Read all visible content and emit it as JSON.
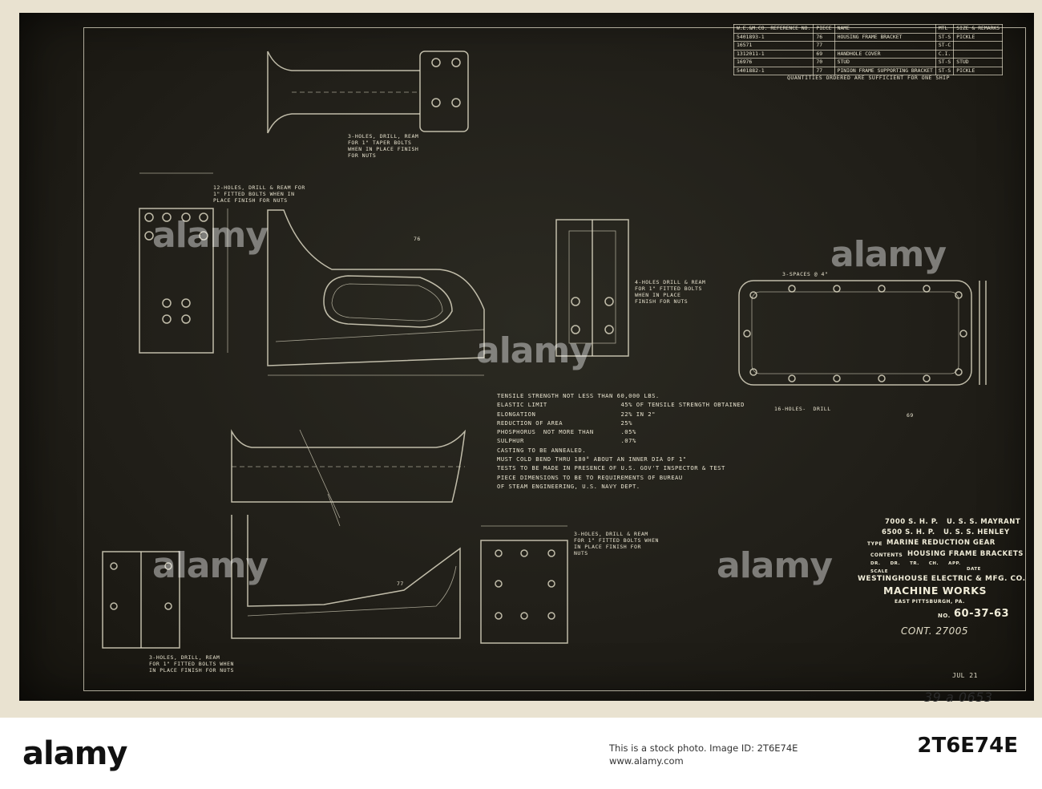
{
  "sheet": {
    "bom_rows": [
      {
        "ref": "W.E.&M.CO. REFERENCE NO.",
        "piece": "PIECE",
        "name": "NAME",
        "mtl": "MTL",
        "remarks": "SIZE & REMARKS"
      },
      {
        "ref": "5401893-1",
        "piece": "76",
        "name": "HOUSING FRAME BRACKET",
        "mtl": "ST-S",
        "remarks": "PICKLE"
      },
      {
        "ref": "16571",
        "piece": "77",
        "name": "",
        "mtl": "ST-C",
        "remarks": ""
      },
      {
        "ref": "1312011-1",
        "piece": "69",
        "name": "HANDHOLE COVER",
        "mtl": "C.I.",
        "remarks": ""
      },
      {
        "ref": "16976",
        "piece": "70",
        "name": "STUD",
        "mtl": "ST-S",
        "remarks": "STUD"
      },
      {
        "ref": "5401882-1",
        "piece": "77",
        "name": "PINION FRAME SUPPORTING BRACKET",
        "mtl": "ST-S",
        "remarks": "PICKLE"
      }
    ],
    "bom_note": "QUANTITIES ORDERED ARE SUFFICIENT FOR ONE SHIP",
    "notes": {
      "holes_top": "3-HOLES, DRILL, REAM\nFOR 1\" TAPER BOLTS\nWHEN IN PLACE FINISH\nFOR NUTS",
      "holes_left": "12-HOLES, DRILL & REAM FOR\n1\" FITTED BOLTS WHEN IN\nPLACE FINISH FOR NUTS",
      "holes_mid": "4-HOLES DRILL & REAM\nFOR 1\" FITTED BOLTS\nWHEN IN PLACE\nFINISH FOR NUTS",
      "holes_bottom_left": "3-HOLES, DRILL, REAM\nFOR 1\" FITTED BOLTS WHEN\nIN PLACE FINISH FOR NUTS",
      "holes_bottom_mid": "3-HOLES, DRILL & REAM\nFOR 1\" FITTED BOLTS WHEN\nIN PLACE FINISH FOR\nNUTS",
      "spaces": "3-SPACES @ 4\"",
      "drill": "16-HOLES-  DRILL",
      "spec": "TENSILE STRENGTH NOT LESS THAN 60,000 LBS.\nELASTIC LIMIT                   45% OF TENSILE STRENGTH OBTAINED\nELONGATION                      22% IN 2\"\nREDUCTION OF AREA               25%\nPHOSPHORUS  NOT MORE THAN       .05%\nSULPHUR                         .07%\nCASTING TO BE ANNEALED.\nMUST COLD BEND THRU 180° ABOUT AN INNER DIA OF 1\"\nTESTS TO BE MADE IN PRESENCE OF U.S. GOV'T INSPECTOR & TEST\nPIECE DIMENSIONS TO BE TO REQUIREMENTS OF BUREAU\nOF STEAM ENGINEERING, U.S. NAVY DEPT."
    },
    "piece_marks": [
      "76",
      "77",
      "69"
    ],
    "title_block": {
      "line1": "7000 S. H. P.   U. S. S. MAYRANT",
      "line2": "6500 S. H. P.   U. S. S. HENLEY",
      "type_label": "TYPE",
      "type_value": "MARINE REDUCTION GEAR",
      "contents_label": "CONTENTS",
      "contents_value": "HOUSING FRAME BRACKETS",
      "dr_row": "DR.     DR.     TR.     CH.     APP.",
      "scale_label": "SCALE",
      "date_label": "DATE",
      "company": "WESTINGHOUSE ELECTRIC & MFG. CO.",
      "works": "MACHINE WORKS",
      "location": "EAST PITTSBURGH, PA.",
      "no_label": "NO.",
      "no_value": "60-37-63"
    },
    "handwriting": {
      "contract": "CONT. 27005",
      "date_stamp": "JUL 21",
      "archive": "39 a 0653"
    }
  },
  "watermark": "alamy",
  "footer": {
    "logo": "alamy",
    "line1": "This is a stock photo. Image ID: 2T6E74E",
    "line2": "www.alamy.com",
    "image_id": "2T6E74E"
  }
}
